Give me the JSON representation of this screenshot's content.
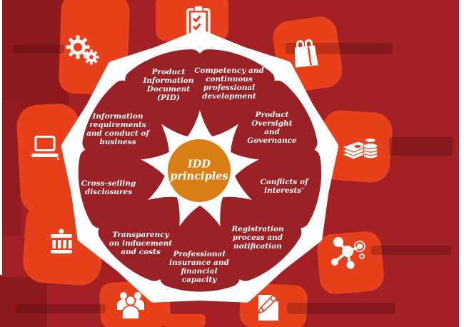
{
  "diagram": {
    "title": "IDD principles",
    "center": {
      "line1": "IDD",
      "line2": "principles"
    },
    "petals": [
      {
        "label": "Product Information Document (PID)",
        "l1": "Product",
        "l2": "Information",
        "l3": "Document",
        "l4": "(PID)"
      },
      {
        "label": "Competency and continuous professional development",
        "l1": "Competency and",
        "l2": "continuous",
        "l3": "professional",
        "l4": "development"
      },
      {
        "label": "Product Oversight and Governance",
        "l1": "Product",
        "l2": "Oversight",
        "l3": "and",
        "l4": "Governance"
      },
      {
        "label": "Conflicts of interests’",
        "l1": "Conflicts of",
        "l2": "interests’"
      },
      {
        "label": "Registration process and notification",
        "l1": "Registration",
        "l2": "process and",
        "l3": "notification"
      },
      {
        "label": "Professional insurance and financial capacity",
        "l1": "Professional",
        "l2": "insurance and",
        "l3": "financial",
        "l4": "capacity"
      },
      {
        "label": "Transparency on inducement and costs",
        "l1": "Transparency",
        "l2": "on inducement",
        "l3": "and costs"
      },
      {
        "label": "Cross-selling disclosures",
        "l1": "Cross-selling",
        "l2": "disclosures"
      },
      {
        "label": "Information requirements and conduct of business",
        "l1": "Information",
        "l2": "requirements",
        "l3": "and conduct of",
        "l4": "business"
      }
    ],
    "icons": [
      "checklist-clipboard",
      "shopping-bag",
      "money-coins",
      "molecule",
      "pen-document",
      "people-group",
      "bank-institution",
      "laptop",
      "gears"
    ],
    "colors": {
      "background_red": "#A32124",
      "dark_maroon": "#8E1A1E",
      "orange_patch": "#E8401A",
      "petal_maroon": "#9A2126",
      "center_orange": "#D97E15",
      "text_white": "#FFFFFF"
    }
  }
}
